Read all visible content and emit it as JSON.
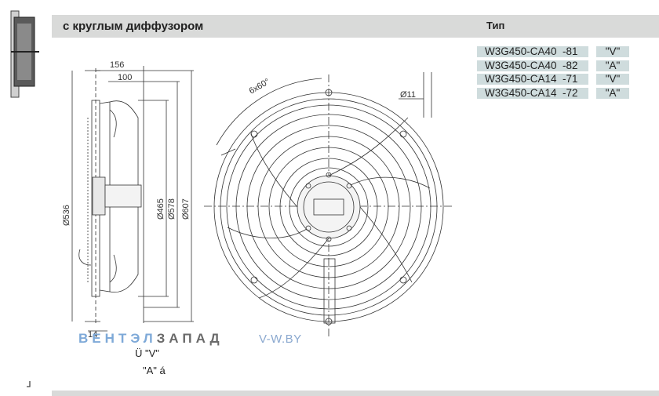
{
  "header": {
    "title": "с круглым диффузором",
    "type_label": "Тип"
  },
  "types": [
    {
      "code": "W3G450-CA40  -81",
      "variant": "\"V\""
    },
    {
      "code": "W3G450-CA40  -82",
      "variant": "\"A\""
    },
    {
      "code": "W3G450-CA14  -71",
      "variant": "\"V\""
    },
    {
      "code": "W3G450-CA14  -72",
      "variant": "\"A\""
    }
  ],
  "dimensions": {
    "d156": "156",
    "d100": "100",
    "d14": "14",
    "d536": "Ø536",
    "d465": "Ø465",
    "d578": "Ø578",
    "d607": "Ø607",
    "angle": "6x60°",
    "hole": "Ø11"
  },
  "legend": {
    "v": "Ü \"V\"",
    "a": "\"A\" á"
  },
  "watermark": {
    "brand_part1": "ВЕНТЭЛ",
    "brand_part2": "ЗАПАД",
    "site": "V-W.BY"
  },
  "colors": {
    "header_band": "#d9dad9",
    "type_cell": "#cfdcdd",
    "watermark_blue": "#7ea9d8"
  }
}
